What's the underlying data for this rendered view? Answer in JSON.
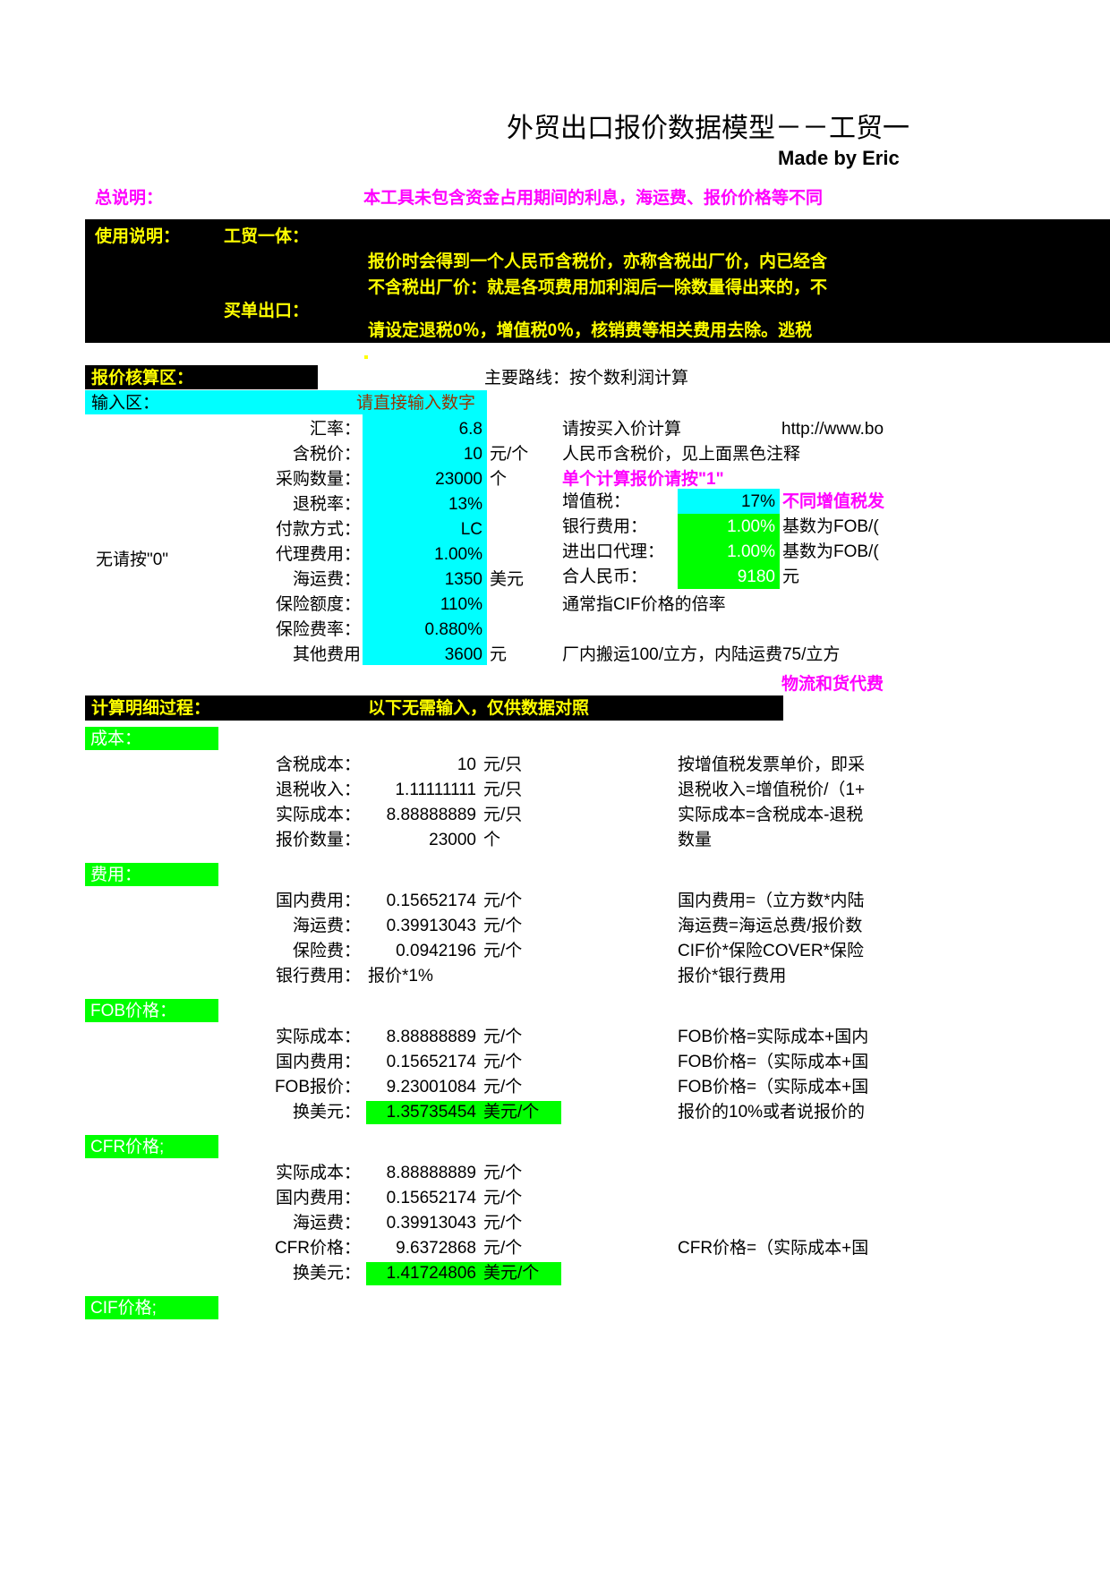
{
  "document": {
    "title": "外贸出口报价数据模型－－工贸一",
    "subtitle": "Made by Eric"
  },
  "notes": {
    "general_label": "总说明：",
    "general_text": "本工具未包含资金占用期间的利息，海运费、报价价格等不同",
    "usage_label": "使用说明：",
    "mode_integrated_label": "工贸一体：",
    "mode_integrated_line1": "报价时会得到一个人民币含税价，亦称含税出厂价，内已经含",
    "mode_integrated_line2": "不含税出厂价：就是各项费用加利润后一除数量得出来的，不",
    "mode_buydoc_label": "买单出口：",
    "mode_buydoc_line1": "请设定退税0％，增值税0％，核销费等相关费用去除。逃税"
  },
  "quote_section": {
    "header_label": "报价核算区：",
    "route_label": "主要路线：按个数利润计算",
    "input_label": "输入区：",
    "input_hint": "请直接输入数字",
    "zero_hint": "无请按\"0\"",
    "fields": [
      {
        "label": "汇率：",
        "value": "6.8",
        "unit": "",
        "note": "请按买入价计算",
        "note2": "http://www.bo"
      },
      {
        "label": "含税价：",
        "value": "10",
        "unit": "元/个",
        "note": "人民币含税价，见上面黑色注释",
        "note2": ""
      },
      {
        "label": "采购数量：",
        "value": "23000",
        "unit": "个",
        "note": "单个计算报价请按\"1\"",
        "note2": ""
      },
      {
        "label": "退税率：",
        "value": "13%",
        "unit": "",
        "note": "",
        "note2": ""
      },
      {
        "label": "付款方式：",
        "value": "LC",
        "unit": "",
        "note": "",
        "note2": ""
      },
      {
        "label": "代理费用：",
        "value": "1.00%",
        "unit": "",
        "note": "",
        "note2": ""
      },
      {
        "label": "海运费：",
        "value": "1350",
        "unit": "美元",
        "note": "",
        "note2": ""
      },
      {
        "label": "保险额度：",
        "value": "110%",
        "unit": "",
        "note": "通常指CIF价格的倍率",
        "note2": ""
      },
      {
        "label": "保险费率：",
        "value": "0.880%",
        "unit": "",
        "note": "",
        "note2": ""
      },
      {
        "label": "其他费用",
        "value": "3600",
        "unit": "元",
        "note": "厂内搬运100/立方，内陆运费75/立方",
        "note2": ""
      }
    ],
    "right_fields": [
      {
        "label": "增值税：",
        "value": "17%",
        "unit": "",
        "note": "不同增值税发"
      },
      {
        "label": "银行费用：",
        "value": "1.00%",
        "unit": "",
        "note": "基数为FOB/("
      },
      {
        "label": "进出口代理：",
        "value": "1.00%",
        "unit": "",
        "note": "基数为FOB/("
      },
      {
        "label": "合人民币：",
        "value": "9180",
        "unit": "元",
        "note": ""
      }
    ],
    "logistics_note": "物流和货代费"
  },
  "detail_section": {
    "header_label": "计算明细过程：",
    "header_hint": "以下无需输入，仅供数据对照",
    "groups": [
      {
        "title": "成本：",
        "rows": [
          {
            "label": "含税成本：",
            "value": "10",
            "unit": "元/只",
            "note": "按增值税发票单价，即采"
          },
          {
            "label": "退税收入：",
            "value": "1.11111111",
            "unit": "元/只",
            "note": "退税收入=增值税价/（1+"
          },
          {
            "label": "实际成本：",
            "value": "8.88888889",
            "unit": "元/只",
            "note": "实际成本=含税成本-退税"
          },
          {
            "label": "报价数量：",
            "value": "23000",
            "unit": "个",
            "note": "数量"
          }
        ]
      },
      {
        "title": "费用：",
        "rows": [
          {
            "label": "国内费用：",
            "value": "0.15652174",
            "unit": "元/个",
            "note": "国内费用=（立方数*内陆"
          },
          {
            "label": "海运费：",
            "value": "0.39913043",
            "unit": "元/个",
            "note": "海运费=海运总费/报价数"
          },
          {
            "label": "保险费：",
            "value": "0.0942196",
            "unit": "元/个",
            "note": "CIF价*保险COVER*保险"
          },
          {
            "label": "银行费用：",
            "value": "报价*1%",
            "unit": "",
            "note": "报价*银行费用",
            "value_left": true
          }
        ]
      },
      {
        "title": "FOB价格：",
        "rows": [
          {
            "label": "实际成本：",
            "value": "8.88888889",
            "unit": "元/个",
            "note": "FOB价格=实际成本+国内"
          },
          {
            "label": "国内费用：",
            "value": "0.15652174",
            "unit": "元/个",
            "note": "FOB价格=（实际成本+国"
          },
          {
            "label": "FOB报价：",
            "value": "9.23001084",
            "unit": "元/个",
            "note": "FOB价格=（实际成本+国"
          },
          {
            "label": "换美元：",
            "value": "1.35735454",
            "unit": "美元/个",
            "note": "报价的10%或者说报价的",
            "highlight": "green"
          }
        ]
      },
      {
        "title": "CFR价格;",
        "rows": [
          {
            "label": "实际成本：",
            "value": "8.88888889",
            "unit": "元/个",
            "note": ""
          },
          {
            "label": "国内费用：",
            "value": "0.15652174",
            "unit": "元/个",
            "note": ""
          },
          {
            "label": "海运费：",
            "value": "0.39913043",
            "unit": "元/个",
            "note": ""
          },
          {
            "label": "CFR价格：",
            "value": "9.6372868",
            "unit": "元/个",
            "note": "CFR价格=（实际成本+国"
          },
          {
            "label": "换美元：",
            "value": "1.41724806",
            "unit": "美元/个",
            "note": "",
            "highlight": "green"
          }
        ]
      },
      {
        "title": "CIF价格;",
        "rows": []
      }
    ]
  },
  "colors": {
    "cyan": "#00ffff",
    "green": "#00ff00",
    "magenta": "#ff00ff",
    "yellow": "#ffff00",
    "brown": "#993300",
    "black": "#000000"
  }
}
